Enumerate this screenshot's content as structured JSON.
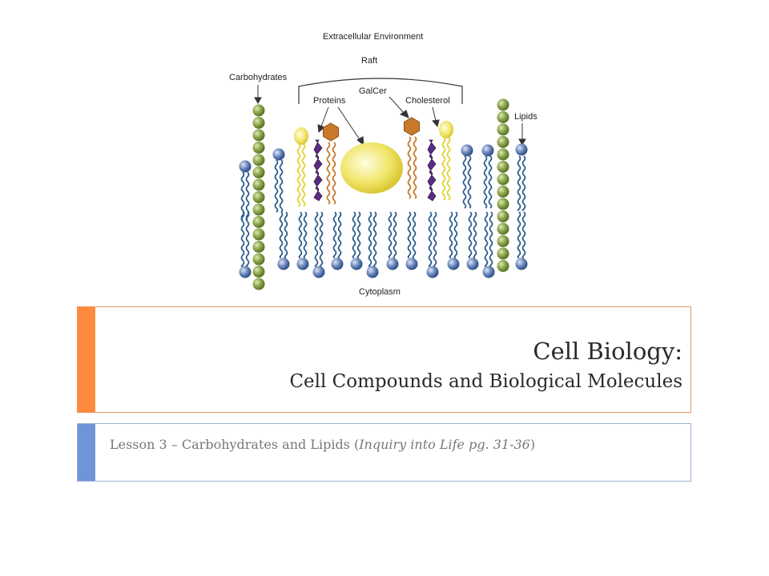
{
  "diagram": {
    "labels": {
      "top": "Extracellular Environment",
      "raft": "Raft",
      "carbohydrates": "Carbohydrates",
      "proteins": "Proteins",
      "galcer": "GalCer",
      "cholesterol": "Cholesterol",
      "lipids": "Lipids",
      "bottom": "Cytoplasm"
    }
  },
  "slide": {
    "title_line1": "Cell Biology:",
    "title_line2": "Cell Compounds and Biological Molecules",
    "subtitle_prefix": "Lesson 3 – Carbohydrates and Lipids (",
    "subtitle_italic": "Inquiry into Life pg. 31-36",
    "subtitle_suffix": ")"
  },
  "colors": {
    "title_accent": "#ff8a3d",
    "subtitle_accent": "#6f94d8",
    "phospholipid_head": "#4f6fa8",
    "carbohydrate_chain": "#7c9a3c",
    "protein": "#5b2d80",
    "cholesterol": "#f2e46a",
    "galcer": "#c87a2a"
  }
}
